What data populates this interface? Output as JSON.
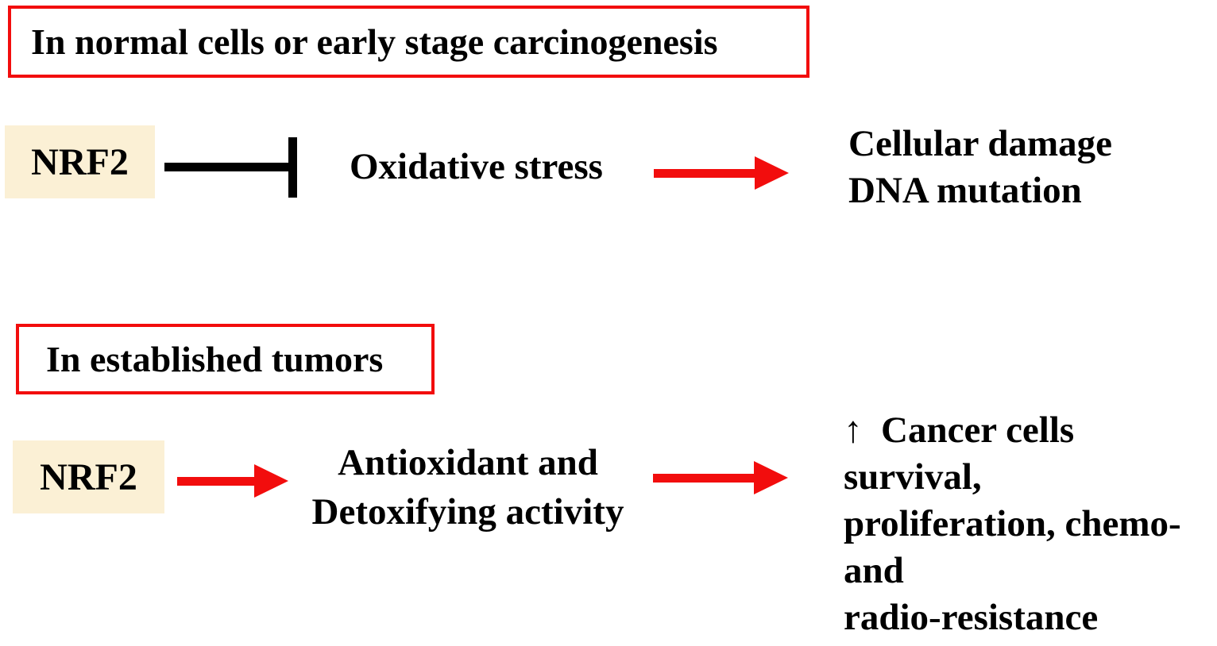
{
  "colors": {
    "red": "#f20d0d",
    "cream": "#fbf0d5",
    "black": "#000000"
  },
  "section_normal": {
    "header": "In normal cells or early stage carcinogenesis",
    "nrf2_label": "NRF2",
    "inhibited_node": "Oxidative stress",
    "outcome_lines": [
      "Cellular damage",
      "DNA mutation"
    ]
  },
  "section_tumor": {
    "header": "In established tumors",
    "nrf2_label": "NRF2",
    "middle_lines": [
      "Antioxidant and",
      "Detoxifying activity"
    ],
    "outcome_lines": [
      "↑  Cancer cells",
      "survival,",
      "proliferation, chemo-",
      "and",
      "radio-resistance"
    ]
  }
}
